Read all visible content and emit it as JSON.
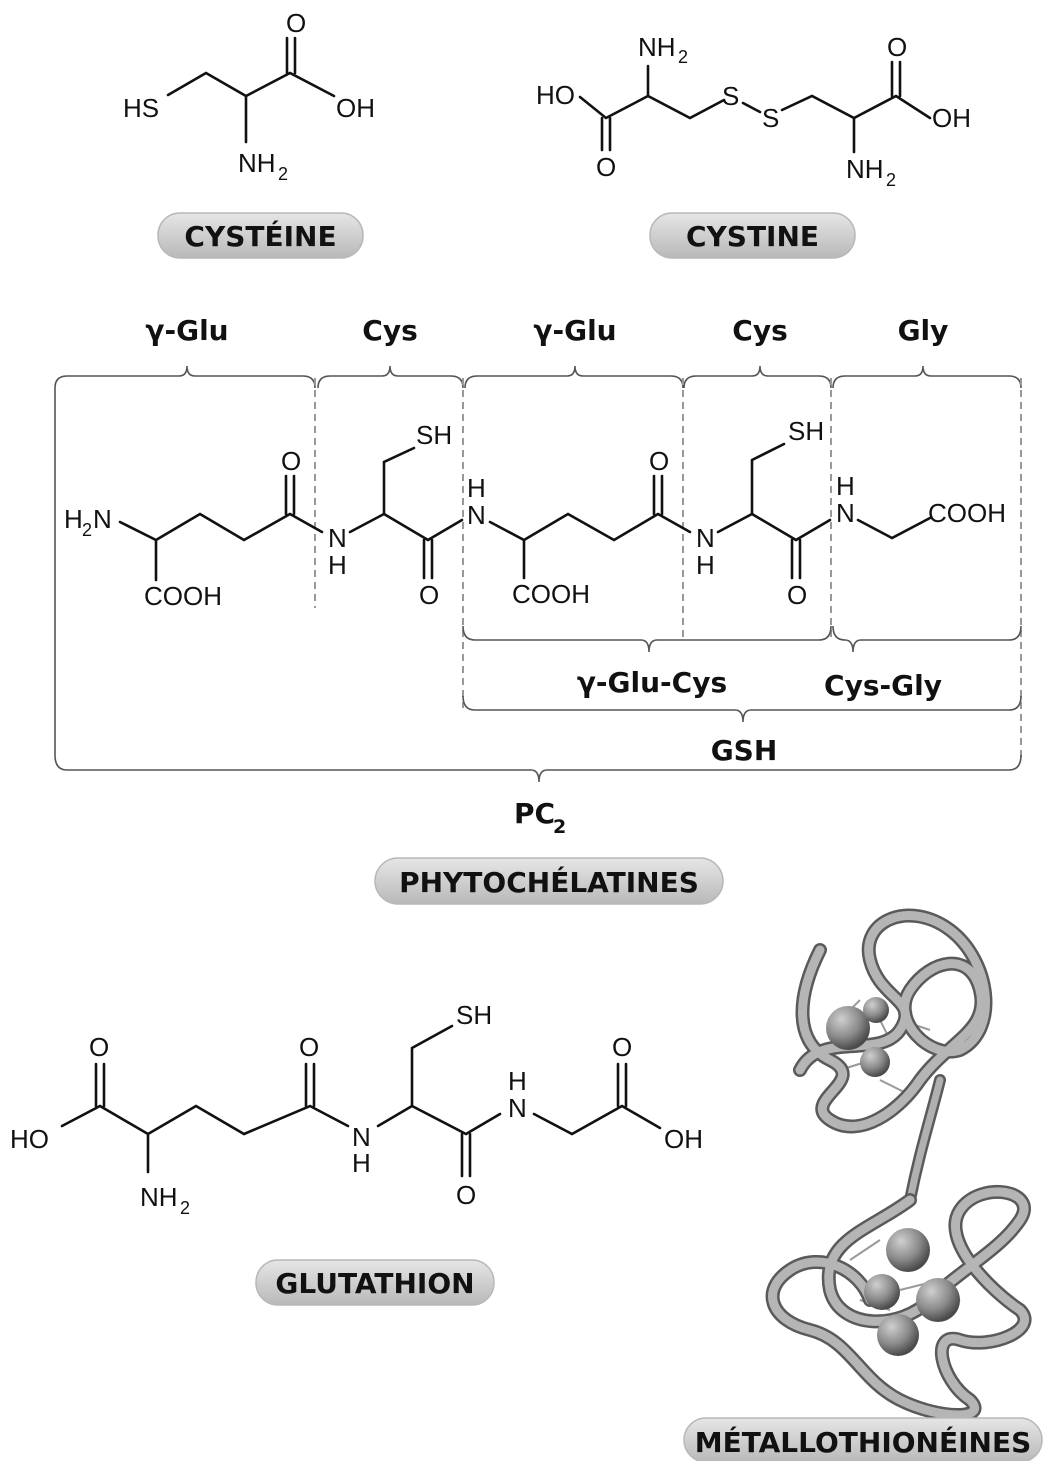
{
  "compounds": {
    "cysteine": {
      "name": "CYSTÉINE"
    },
    "cystine": {
      "name": "CYSTINE"
    },
    "phytochelatines": {
      "name": "PHYTOCHÉLATINES"
    },
    "glutathion": {
      "name": "GLUTATHION"
    },
    "metallothioneines": {
      "name": "MÉTALLOTHIONÉINES"
    }
  },
  "residues": [
    "γ-Glu",
    "Cys",
    "γ-Glu",
    "Cys",
    "Gly"
  ],
  "groupings": {
    "glu_cys": "γ-Glu-Cys",
    "cys_gly": "Cys-Gly",
    "gsh": "GSH",
    "pc2_main": "PC",
    "pc2_sub": "2"
  },
  "atoms": {
    "O": "O",
    "OH": "OH",
    "HO": "HO",
    "HS": "HS",
    "SH": "SH",
    "S": "S",
    "N": "N",
    "H": "H",
    "NH": "NH",
    "sub2": "2",
    "H2N_H": "H",
    "H2N_N": "N",
    "COOH": "COOH"
  }
}
